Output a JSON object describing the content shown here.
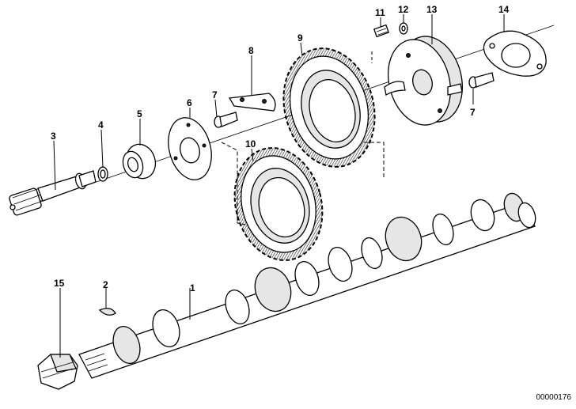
{
  "parts": [
    {
      "key": "1",
      "label": "1"
    },
    {
      "key": "2",
      "label": "2"
    },
    {
      "key": "3",
      "label": "3"
    },
    {
      "key": "4",
      "label": "4"
    },
    {
      "key": "5",
      "label": "5"
    },
    {
      "key": "6",
      "label": "6"
    },
    {
      "key": "7a",
      "label": "7"
    },
    {
      "key": "7b",
      "label": "7"
    },
    {
      "key": "8",
      "label": "8"
    },
    {
      "key": "9",
      "label": "9"
    },
    {
      "key": "10",
      "label": "10"
    },
    {
      "key": "11",
      "label": "11"
    },
    {
      "key": "12",
      "label": "12"
    },
    {
      "key": "13",
      "label": "13"
    },
    {
      "key": "14",
      "label": "14"
    },
    {
      "key": "15",
      "label": "15"
    }
  ],
  "diagram_code": "00000176"
}
